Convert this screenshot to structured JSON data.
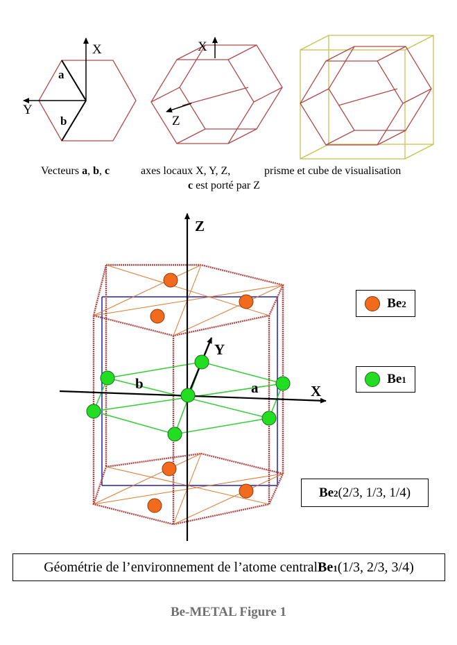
{
  "colors": {
    "prism": "#b04a4a",
    "cube": "#c8c050",
    "blue_cell": "#2020b0",
    "orange_lines": "#e07830",
    "green_lines": "#33cc33",
    "be2_atom": "#f26a1b",
    "be1_atom": "#22dd22",
    "axes": "#000000"
  },
  "top_panels": {
    "panel1": {
      "axis_x": "X",
      "axis_y": "Y",
      "vector_a": "a",
      "vector_b": "b"
    },
    "panel2": {
      "axis_x": "X",
      "axis_z": "Z"
    },
    "captions": {
      "c1_prefix": "Vecteurs ",
      "c1_a": "a",
      "c1_sep1": ", ",
      "c1_b": "b",
      "c1_sep2": ", ",
      "c1_c": "c",
      "c2": "axes locaux X, Y, Z,",
      "c3": "prisme et cube de visualisation",
      "c4_c": "c",
      "c4_rest": " est porté par Z"
    }
  },
  "main": {
    "axis_z": "Z",
    "axis_x": "X",
    "axis_y": "Y",
    "vector_a": "a",
    "vector_b": "b"
  },
  "legend": {
    "be2": {
      "label": "Be",
      "sub": "2",
      "color": "#f26a1b"
    },
    "be1": {
      "label": "Be",
      "sub": "1",
      "color": "#22dd22"
    }
  },
  "coord_box": {
    "atom": "Be",
    "sub": "2",
    "coords": " (2/3, 1/3, 1/4)"
  },
  "title_box": {
    "prefix": "Géométrie de l’environnement de l’atome central ",
    "atom": "Be",
    "sub": "1",
    "coords": " (1/3, 2/3, 3/4)"
  },
  "figure_title": "Be-METAL Figure 1"
}
